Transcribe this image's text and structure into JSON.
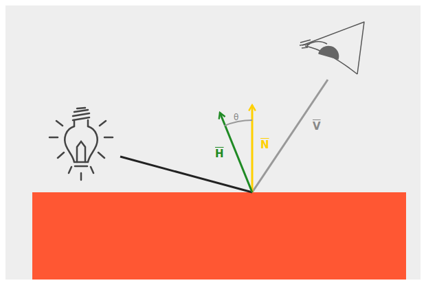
{
  "diagram": {
    "labels": [
      "θ",
      "H",
      "N",
      "V"
    ]
  }
}
